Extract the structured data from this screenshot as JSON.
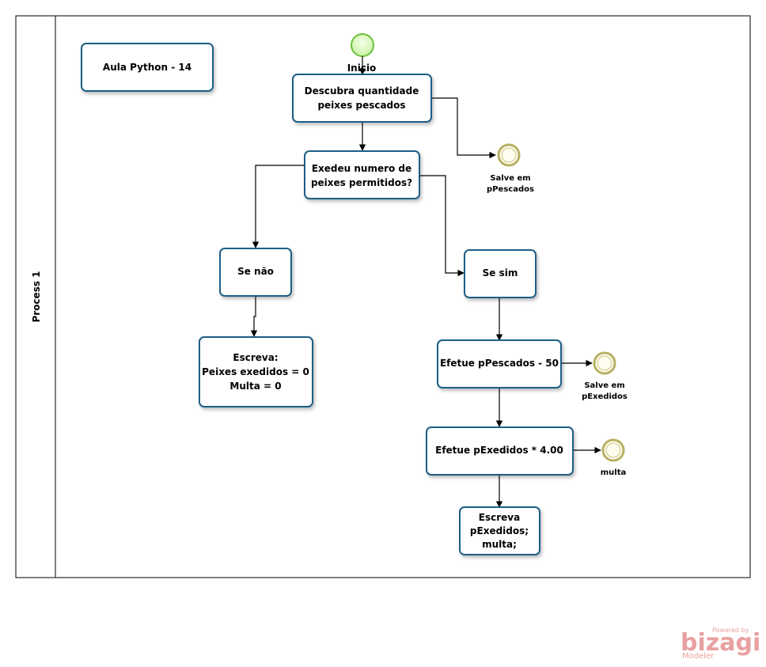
{
  "pool": {
    "lane_label": "Process 1"
  },
  "title_box": "Aula Python - 14",
  "start_event": {
    "label": "Inicio",
    "color": "#9be36b"
  },
  "tasks": {
    "descubra": [
      "Descubra quantidade",
      "peixes pescados"
    ],
    "exedeu": [
      "Exedeu numero de",
      "peixes permitidos?"
    ],
    "se_nao": [
      "Se não"
    ],
    "se_sim": [
      "Se sim"
    ],
    "escreva_zero": [
      "Escreva:",
      "Peixes exedidos = 0",
      "Multa = 0"
    ],
    "efetue_pescados": [
      "Efetue pPescados - 50"
    ],
    "efetue_exedidos": [
      "Efetue pExedidos * 4.00"
    ],
    "escreva_final": [
      "Escreva",
      "pExedidos;",
      "multa;"
    ]
  },
  "end_events": {
    "salve_pescados": [
      "Salve em",
      "pPescados"
    ],
    "salve_exedidos": [
      "Salve em",
      "pExedidos"
    ],
    "multa": [
      "multa"
    ]
  },
  "logo": {
    "powered": "Powered by",
    "name": "bizagi",
    "product": "Modeler"
  },
  "colors": {
    "task_border": "#1f5f86",
    "end_event": "#c8c06a",
    "logo": "#e8a0a0"
  }
}
